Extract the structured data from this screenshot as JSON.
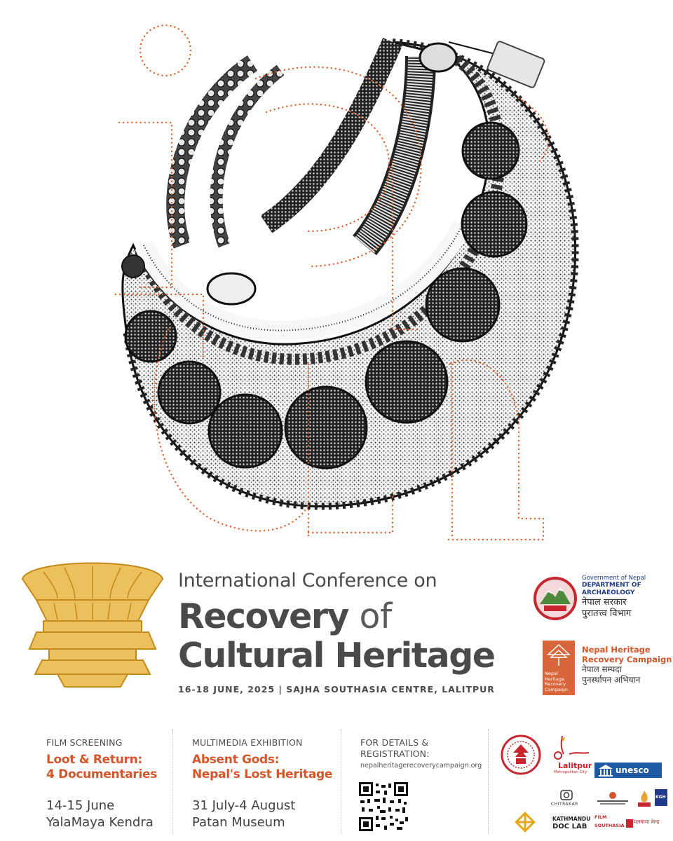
{
  "conference": {
    "line1": "International Conference on",
    "line2_bold": "Recovery",
    "line2_light": "of",
    "line3": "Cultural Heritage",
    "dateline": "16-18 JUNE, 2025  |  SAJHA SOUTHASIA CENTRE, LALITPUR"
  },
  "organizers": {
    "gov": {
      "line1": "Government of Nepal",
      "line2": "DEPARTMENT OF",
      "line3": "ARCHAEOLOGY",
      "np1": "नेपाल सरकार",
      "np2": "पुरातत्त्व विभाग"
    },
    "nhrc": {
      "en1": "Nepal Heritage",
      "en2": "Recovery Campaign",
      "np1": "नेपाल सम्पदा",
      "np2": "पुनर्स्थापन अभियान",
      "box_text": "Nepal Heritage Recovery Campaign"
    }
  },
  "events": [
    {
      "label": "FILM SCREENING",
      "title1": "Loot & Return:",
      "title2": "4 Documentaries",
      "meta1": "14-15 June",
      "meta2": "YalaMaya Kendra"
    },
    {
      "label": "MULTIMEDIA EXHIBITION",
      "title1": "Absent Gods:",
      "title2": "Nepal's Lost Heritage",
      "meta1": "31 July-4 August",
      "meta2": "Patan Museum"
    }
  ],
  "registration": {
    "label1": "FOR DETAILS &",
    "label2": "REGISTRATION:",
    "url": "nepalheritagerecoverycampaign.org"
  },
  "sponsors": {
    "lalitpur": "Lalitpur",
    "lalitpur_sub": "Metropolitan City",
    "unesco": "unesco",
    "chitrakar": "CHITRAKAR",
    "kgh": "KGH",
    "doclab1": "KATHMANDU",
    "doclab2": "DOC LAB",
    "filmsa1": "FILM",
    "filmsa2": "SOUTHASIA",
    "yalamaya": "यलमाया केन्द्र"
  },
  "colors": {
    "accent": "#d4552a",
    "text": "#4a4a4a",
    "gold": "#e8b54a",
    "gov_blue": "#1f3b8a"
  }
}
